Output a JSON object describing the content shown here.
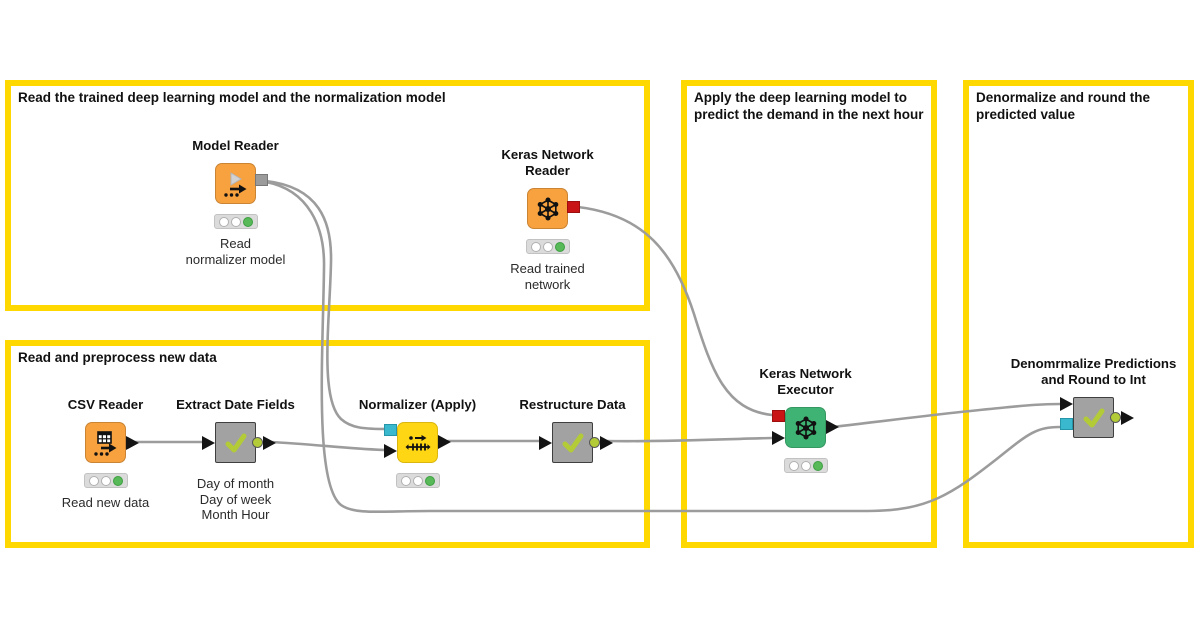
{
  "palette": {
    "annotation_yellow": "#FFD800",
    "wire_gray": "#9C9C9C",
    "reader_orange": "#F7A13F",
    "manipulator_yellow": "#FFD613",
    "executor_green": "#3FB373",
    "component_gray": "#A2A2A2",
    "component_border": "#3F3F3F",
    "check_green": "#B3CB36",
    "port_cyan": "#39B8CE",
    "port_red": "#C81414",
    "port_gray": "#9B9B9B",
    "traffic_bg": "#DBDBDB",
    "traffic_green": "#57B957"
  },
  "annotations": {
    "read_models": {
      "title": "Read the trained deep learning model and the normalization model"
    },
    "preprocess": {
      "title": "Read and preprocess new data"
    },
    "apply_model": {
      "title": "Apply the deep learning model to\npredict the demand in the next hour"
    },
    "denormalize": {
      "title": "Denormalize and round the\npredicted value"
    }
  },
  "nodes": {
    "model_reader": {
      "label": "Model Reader",
      "sublabel": "Read\nnormalizer model",
      "traffic_light": "green"
    },
    "keras_reader": {
      "label": "Keras Network\nReader",
      "sublabel": "Read trained\nnetwork",
      "traffic_light": "green"
    },
    "csv_reader": {
      "label": "CSV Reader",
      "sublabel": "Read new data",
      "traffic_light": "green"
    },
    "extract_date": {
      "label": "Extract Date Fields",
      "sublabel": "Day of month\nDay of week\nMonth Hour"
    },
    "normalizer": {
      "label": "Normalizer (Apply)",
      "traffic_light": "green"
    },
    "restructure": {
      "label": "Restructure Data"
    },
    "keras_executor": {
      "label": "Keras Network\nExecutor",
      "traffic_light": "green"
    },
    "denormalize": {
      "label": "Denomrmalize Predictions\nand Round to Int"
    }
  },
  "icons": {
    "model_reader": "play-triangle-arrow-dots",
    "csv_reader": "table-arrow-dots",
    "keras_network": "network-hexagon",
    "component_check": "check-mark",
    "normalizer": "axis-ticks-arrows"
  },
  "connections": [
    {
      "from": "Model Reader",
      "to": "Normalizer (Apply)",
      "port": "normalization model"
    },
    {
      "from": "Model Reader",
      "to": "Denomrmalize Predictions and Round to Int",
      "port": "normalization model"
    },
    {
      "from": "Keras Network Reader",
      "to": "Keras Network Executor",
      "port": "network"
    },
    {
      "from": "CSV Reader",
      "to": "Extract Date Fields",
      "port": "data"
    },
    {
      "from": "Extract Date Fields",
      "to": "Normalizer (Apply)",
      "port": "data"
    },
    {
      "from": "Normalizer (Apply)",
      "to": "Restructure Data",
      "port": "data"
    },
    {
      "from": "Restructure Data",
      "to": "Keras Network Executor",
      "port": "data"
    },
    {
      "from": "Keras Network Executor",
      "to": "Denomrmalize Predictions and Round to Int",
      "port": "data"
    }
  ]
}
